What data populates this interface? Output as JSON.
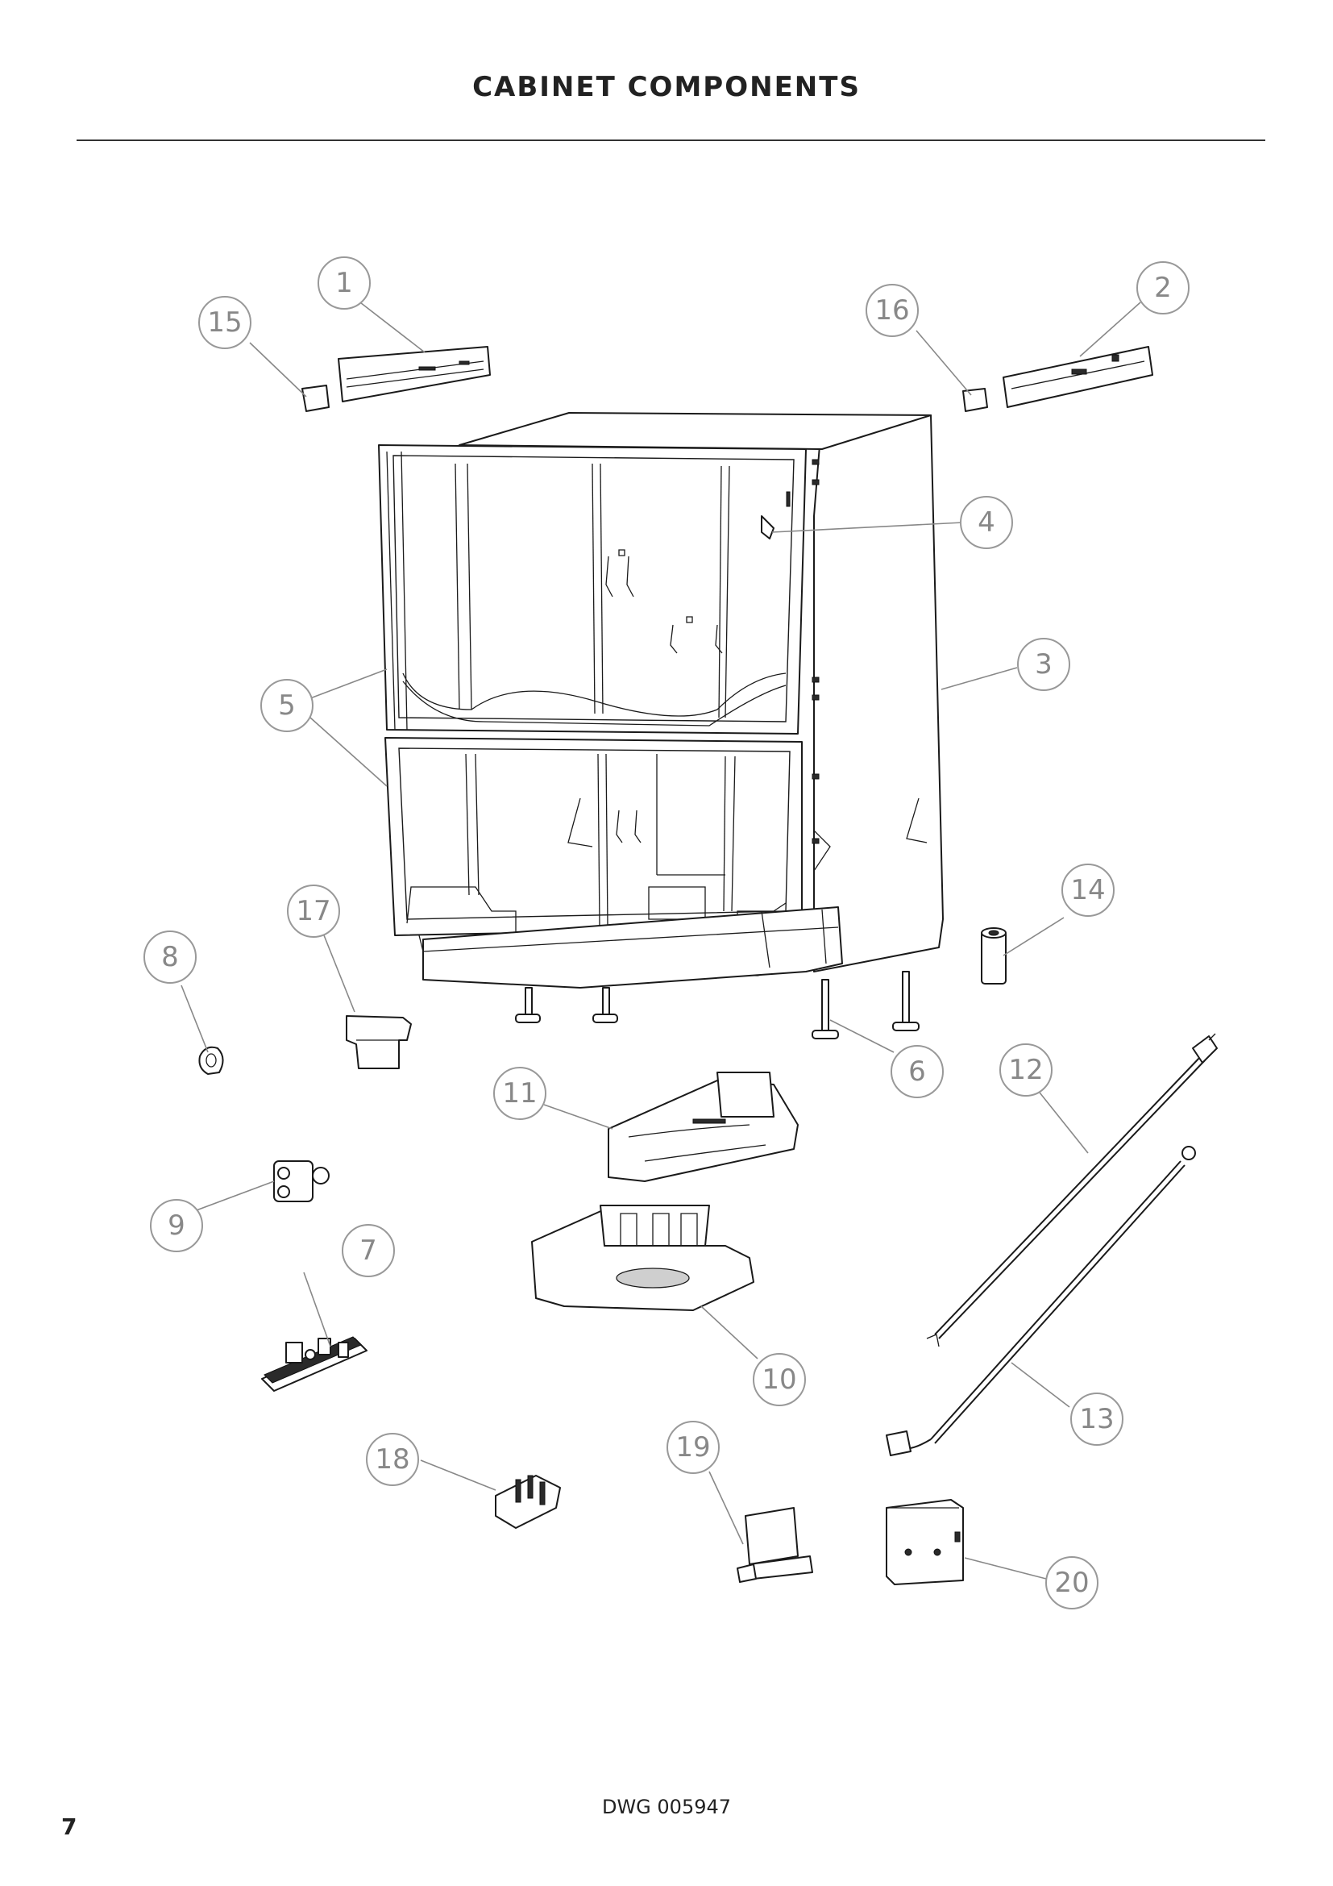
{
  "header": {
    "title": "CABINET COMPONENTS"
  },
  "footer": {
    "drawing_number": "DWG 005947",
    "page_number": "7"
  },
  "callouts": [
    "1",
    "2",
    "3",
    "4",
    "5",
    "6",
    "7",
    "8",
    "9",
    "10",
    "11",
    "12",
    "13",
    "14",
    "15",
    "16",
    "17",
    "18",
    "19",
    "20"
  ],
  "colors": {
    "line": "#1a1a1a",
    "callout": "#888888"
  }
}
